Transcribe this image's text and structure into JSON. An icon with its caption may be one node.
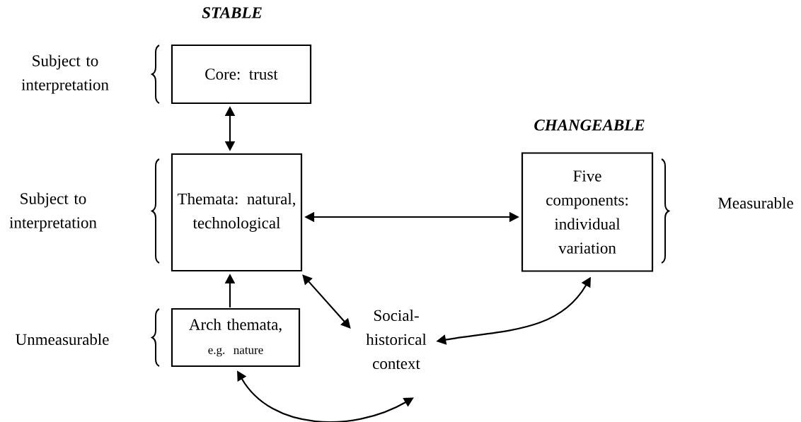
{
  "diagram": {
    "nodes": [
      {
        "text": [
          "Core: trust"
        ]
      },
      {
        "text": [
          "Themata: natural, technological"
        ]
      },
      {
        "text": [
          "Five components: individual variation"
        ]
      },
      {
        "text": [
          "Arch themata,",
          "e.g. nature"
        ]
      },
      {
        "text": [
          "Social-historical context"
        ]
      }
    ],
    "edges": [
      {
        "from": 0,
        "to": 1,
        "arrow": "both"
      },
      {
        "from": 1,
        "to": 2,
        "arrow": "both"
      },
      {
        "from": 3,
        "to": 1,
        "arrow": "to"
      },
      {
        "from": 1,
        "to": 4,
        "arrow": "both"
      },
      {
        "from": 2,
        "to": 4,
        "arrow": "both"
      },
      {
        "from": 3,
        "to": 4,
        "arrow": "both"
      }
    ],
    "labels": [
      "STABLE",
      "Subject to interpretation",
      "CHANGEABLE",
      "Subject to interpretation",
      "Measurable",
      "Unmeasurable"
    ]
  }
}
